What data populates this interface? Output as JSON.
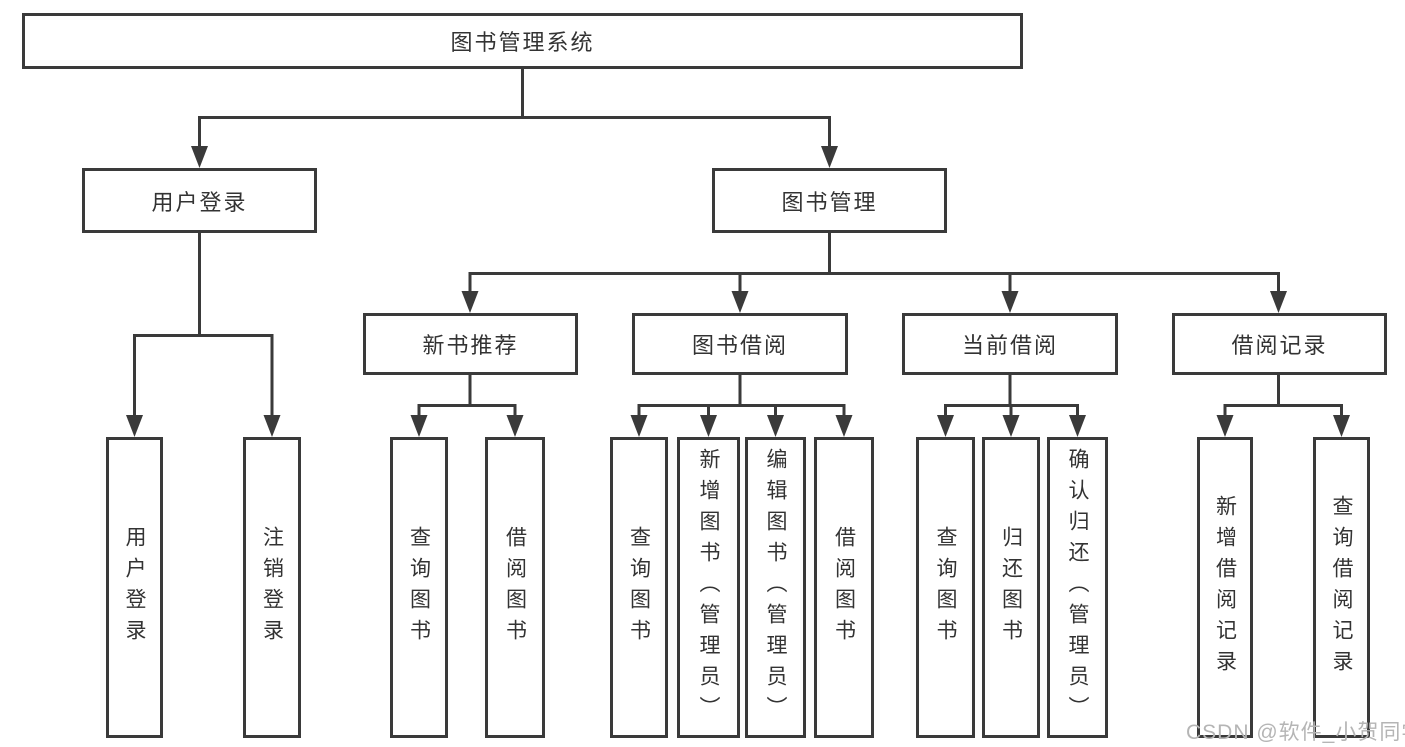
{
  "diagram": {
    "root": {
      "label": "图书管理系统"
    },
    "level2": {
      "user_login": {
        "label": "用户登录"
      },
      "book_management": {
        "label": "图书管理"
      }
    },
    "level3": {
      "new_book_recommend": {
        "label": "新书推荐"
      },
      "book_borrowing": {
        "label": "图书借阅"
      },
      "current_borrowing": {
        "label": "当前借阅"
      },
      "borrowing_records": {
        "label": "借阅记录"
      }
    },
    "leaves": {
      "user_login": {
        "label": "用户登录"
      },
      "logout": {
        "label": "注销登录"
      },
      "nb_query_books": {
        "label": "查询图书"
      },
      "nb_borrow_books": {
        "label": "借阅图书"
      },
      "bb_query_books": {
        "label": "查询图书"
      },
      "bb_add_books_admin": {
        "label": "新增图书（管理员）"
      },
      "bb_edit_books_admin": {
        "label": "编辑图书（管理员）"
      },
      "bb_borrow_books": {
        "label": "借阅图书"
      },
      "cb_query_books": {
        "label": "查询图书"
      },
      "cb_return_books": {
        "label": "归还图书"
      },
      "cb_confirm_return_admin": {
        "label": "确认归还（管理员）"
      },
      "br_add_borrow_record": {
        "label": "新增借阅记录"
      },
      "br_query_borrow_record": {
        "label": "查询借阅记录"
      }
    },
    "colors": {
      "line": "#3a3a3a",
      "text": "#333333",
      "background": "#ffffff",
      "watermark": "#b5b5b5"
    },
    "watermark": "CSDN @软件_小贺同学"
  }
}
